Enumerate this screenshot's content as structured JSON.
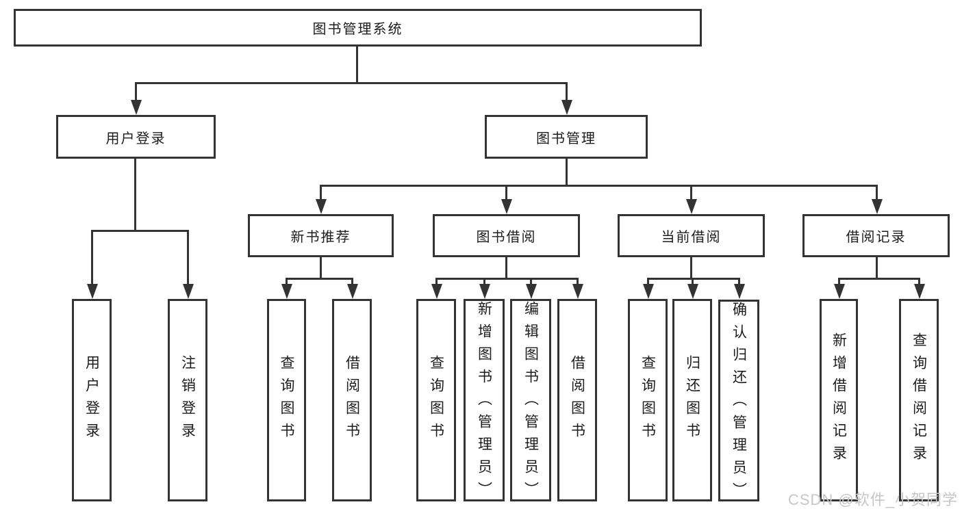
{
  "diagram": {
    "type": "hierarchy-tree",
    "root": {
      "label": "图书管理系统",
      "children": [
        {
          "label": "用户登录",
          "children": [
            {
              "label": "用户登录"
            },
            {
              "label": "注销登录"
            }
          ]
        },
        {
          "label": "图书管理",
          "children": [
            {
              "label": "新书推荐",
              "children": [
                {
                  "label": "查询图书"
                },
                {
                  "label": "借阅图书"
                }
              ]
            },
            {
              "label": "图书借阅",
              "children": [
                {
                  "label": "查询图书"
                },
                {
                  "label": "新增图书（管理员）"
                },
                {
                  "label": "编辑图书（管理员）"
                },
                {
                  "label": "借阅图书"
                }
              ]
            },
            {
              "label": "当前借阅",
              "children": [
                {
                  "label": "查询图书"
                },
                {
                  "label": "归还图书"
                },
                {
                  "label": "确认归还（管理员）"
                }
              ]
            },
            {
              "label": "借阅记录",
              "children": [
                {
                  "label": "新增借阅记录"
                },
                {
                  "label": "查询借阅记录"
                }
              ]
            }
          ]
        }
      ]
    }
  },
  "watermark": {
    "text": "CSDN @软件_小贺同学"
  },
  "colors": {
    "line": "#333333",
    "box_border": "#333333",
    "text": "#1c1c1c",
    "watermark": "#c6c6c6",
    "background": "#ffffff"
  }
}
